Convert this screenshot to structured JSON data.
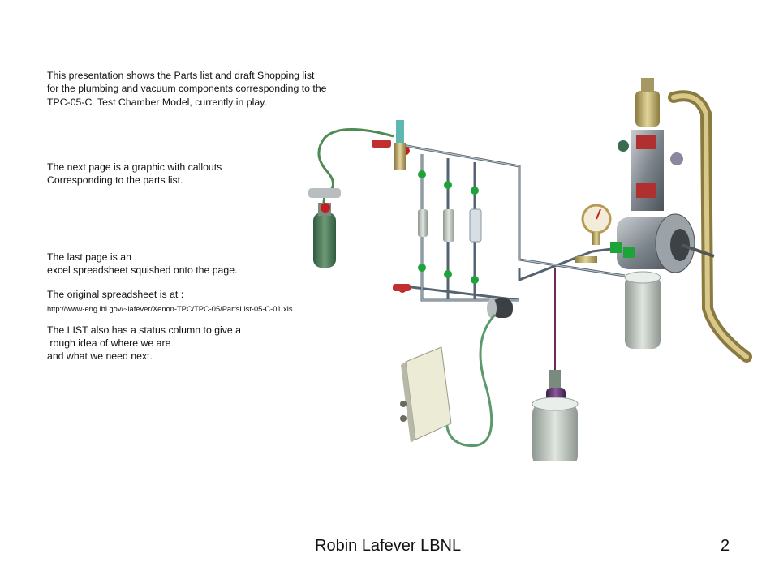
{
  "intro": {
    "line1": "This presentation shows the Parts list and draft Shopping list",
    "line2": "for the plumbing and vacuum components corresponding to the",
    "line3": "TPC-05-C  Test Chamber Model, currently in play."
  },
  "next_page": {
    "line1": "The next page is a graphic with callouts",
    "line2": "Corresponding to the parts list."
  },
  "last_page": {
    "line1": "The last page is an",
    "line2": "excel spreadsheet squished onto the page.",
    "line3": "The original spreadsheet is at :",
    "url": "http://www-eng.lbl.gov/~lafever/Xenon-TPC/TPC-05/PartsList-05-C-01.xls",
    "line4": "The LIST also has a status column to give a",
    "line5": " rough idea of where we are",
    "line6": "and what we need next."
  },
  "footer": {
    "author": "Robin Lafever  LBNL",
    "page_number": "2"
  }
}
